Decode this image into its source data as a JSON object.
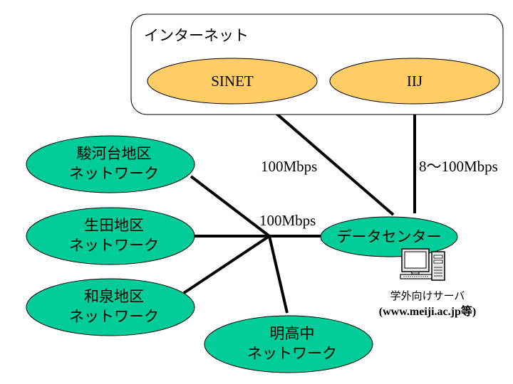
{
  "internet": {
    "label": "インターネット"
  },
  "providers": [
    {
      "label": "SINET"
    },
    {
      "label": "IIJ"
    }
  ],
  "links": {
    "sinet_speed": "100Mbps",
    "iij_speed": "8～100Mbps",
    "campus_speed": "100Mbps"
  },
  "datacenter": {
    "label": "データセンター"
  },
  "server": {
    "label": "学外向けサーバ",
    "url": "(www.meiji.ac.jp等)"
  },
  "campuses": [
    {
      "line1": "駿河台地区",
      "line2": "ネットワーク"
    },
    {
      "line1": "生田地区",
      "line2": "ネットワーク"
    },
    {
      "line1": "和泉地区",
      "line2": "ネットワーク"
    },
    {
      "line1": "明高中",
      "line2": "ネットワーク"
    }
  ],
  "colors": {
    "provider_fill": "#FFCC66",
    "campus_fill": "#00CC99",
    "outline": "#000000"
  }
}
